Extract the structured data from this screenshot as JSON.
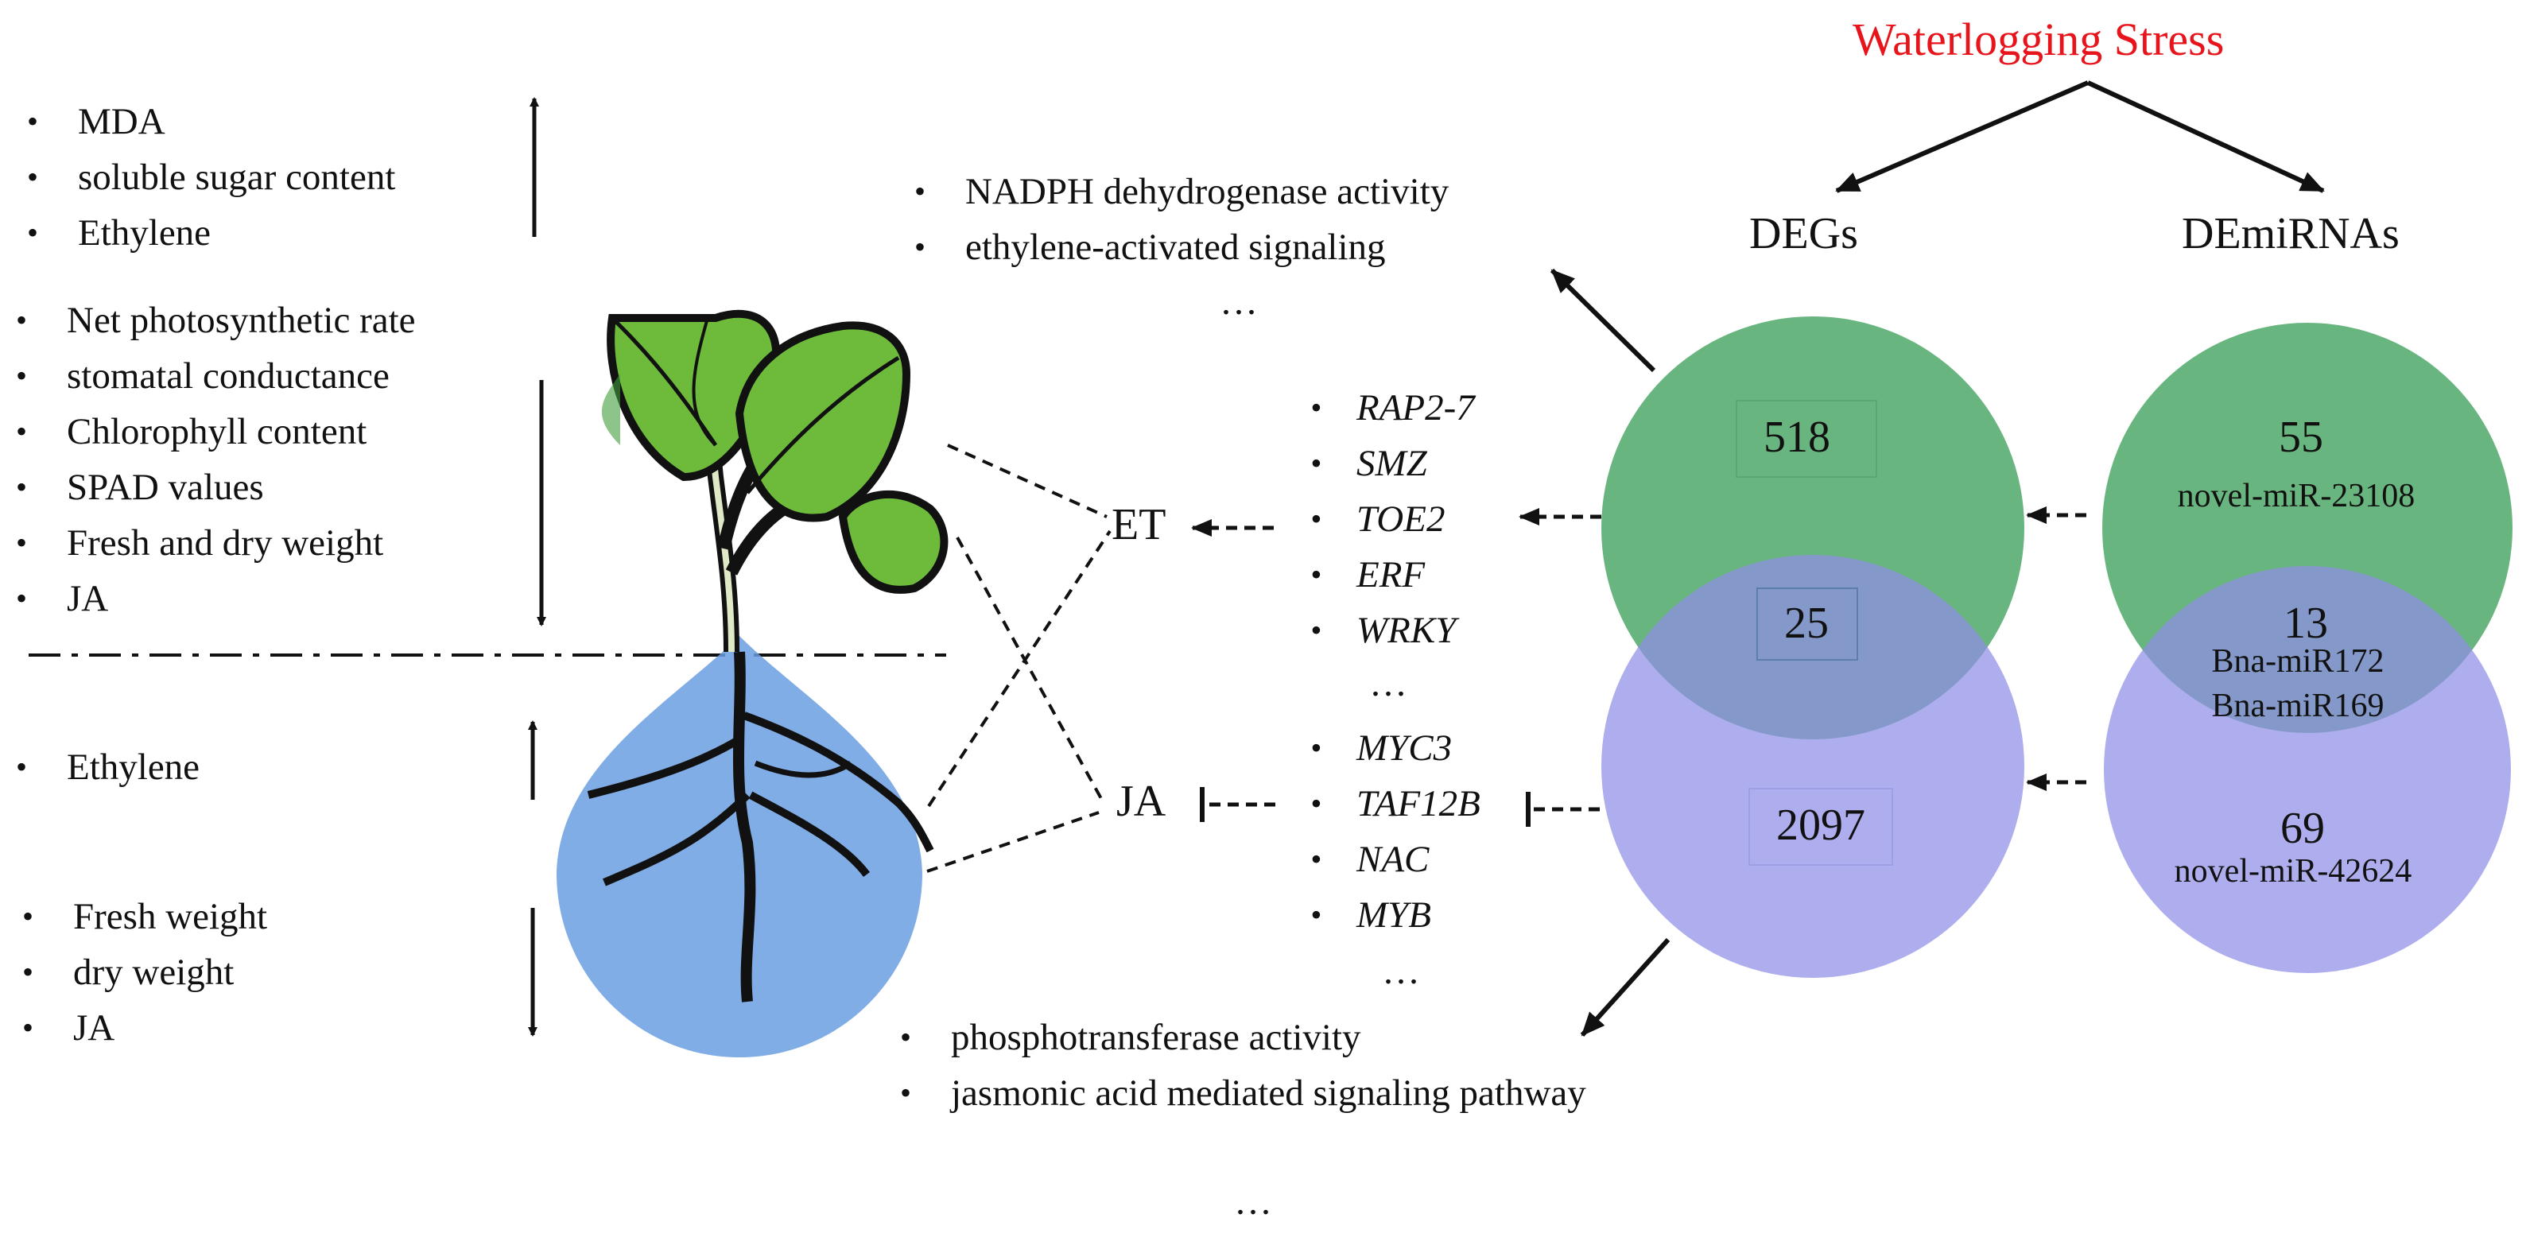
{
  "title": "Waterlogging Stress",
  "deg_label": "DEGs",
  "demirna_label": "DEmiRNAs",
  "colors": {
    "green": "#4fa868",
    "purple": "#9c9cec",
    "blue_drop": "#6a9fe0",
    "red": "#e8141b"
  },
  "physio_up_top": [
    "MDA",
    "soluble sugar content",
    "Ethylene"
  ],
  "physio_down_top": [
    "Net photosynthetic rate",
    "stomatal conductance",
    "Chlorophyll content",
    "SPAD values",
    "Fresh and dry weight",
    "JA"
  ],
  "physio_up_bottom": [
    "Ethylene"
  ],
  "physio_down_bottom": [
    "Fresh weight",
    "dry weight",
    "JA"
  ],
  "go_up": [
    "NADPH dehydrogenase activity",
    "ethylene-activated signaling"
  ],
  "go_down": [
    "phosphotransferase activity",
    "jasmonic acid mediated signaling pathway"
  ],
  "ellipsis": "...",
  "et_label": "ET",
  "ja_label": "JA",
  "et_genes": [
    "RAP2-7",
    "SMZ",
    "TOE2",
    "ERF",
    "WRKY"
  ],
  "ja_genes": [
    "MYC3",
    "TAF12B",
    "NAC",
    "MYB"
  ],
  "deg_venn": {
    "up": "518",
    "overlap": "25",
    "down": "2097"
  },
  "mirna_venn": {
    "up": "55",
    "up_example": "novel-miR-23108",
    "overlap": "13",
    "overlap_examples": [
      "Bna-miR172",
      "Bna-miR169"
    ],
    "down": "69",
    "down_example": "novel-miR-42624"
  }
}
